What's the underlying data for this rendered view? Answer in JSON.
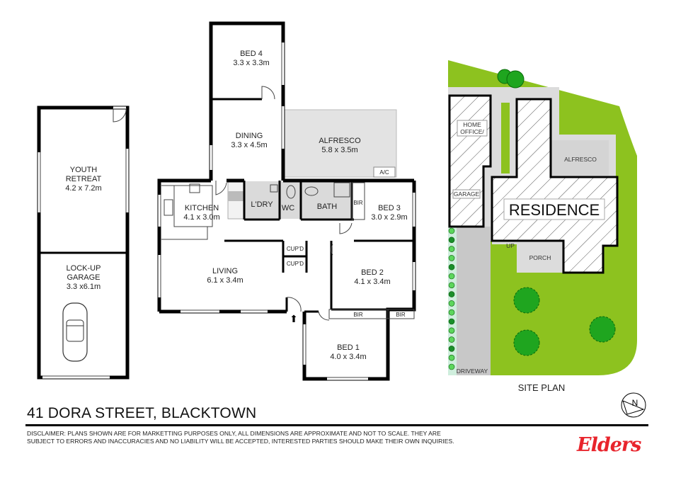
{
  "rooms": {
    "youth_retreat": {
      "name": "YOUTH\nRETREAT",
      "line1": "YOUTH",
      "line2": "RETREAT",
      "size": "4.2 x 7.2m"
    },
    "garage": {
      "line1": "LOCK-UP",
      "line2": "GARAGE",
      "size": "3.3 x6.1m"
    },
    "bed4": {
      "name": "BED 4",
      "size": "3.3 x 3.3m"
    },
    "dining": {
      "name": "DINING",
      "size": "3.3 x 4.5m"
    },
    "alfresco": {
      "name": "ALFRESCO",
      "size": "5.8 x 3.5m"
    },
    "ac": "A/C",
    "kitchen": {
      "name": "KITCHEN",
      "size": "4.1 x 3.0m"
    },
    "laundry": "L'DRY",
    "wc": "WC",
    "bath": "BATH",
    "bir": "BIR",
    "bed3": {
      "name": "BED 3",
      "size": "3.0 x 2.9m"
    },
    "cupboard": "CUP'D",
    "living": {
      "name": "LIVING",
      "size": "6.1 x 3.4m"
    },
    "bed2": {
      "name": "BED 2",
      "size": "4.1 x 3.4m"
    },
    "bed1": {
      "name": "BED 1",
      "size": "4.0 x 3.4m"
    }
  },
  "site_plan": {
    "title": "SITE PLAN",
    "home_office_1": "HOME",
    "home_office_2": "OFFICE/",
    "garage": "GARAGE",
    "alfresco": "ALFRESCO",
    "residence": "RESIDENCE",
    "porch": "PORCH",
    "up": "UP",
    "driveway": "DRIVEWAY",
    "north": "N"
  },
  "footer": {
    "address": "41 DORA STREET, BLACKTOWN",
    "disclaimer_line1": "DISCLAIMER: PLANS SHOWN ARE FOR MARKETTING PURPOSES ONLY, ALL DIMENSIONS ARE APPROXIMATE AND NOT TO SCALE. THEY ARE",
    "disclaimer_line2": "SUBJECT TO ERRORS AND INACCURACIES AND NO LIABILITY WILL BE ACCEPTED, INTERESTED PARTIES SHOULD MAKE THEIR OWN INQUIRIES.",
    "logo": "Elders"
  },
  "colors": {
    "lawn": "#8dc21f",
    "tree": "#1fa51f",
    "path": "#dcdcdc",
    "driveway": "#c8c8c8",
    "wet": "#d9d9d9",
    "brand": "#e8242c"
  }
}
